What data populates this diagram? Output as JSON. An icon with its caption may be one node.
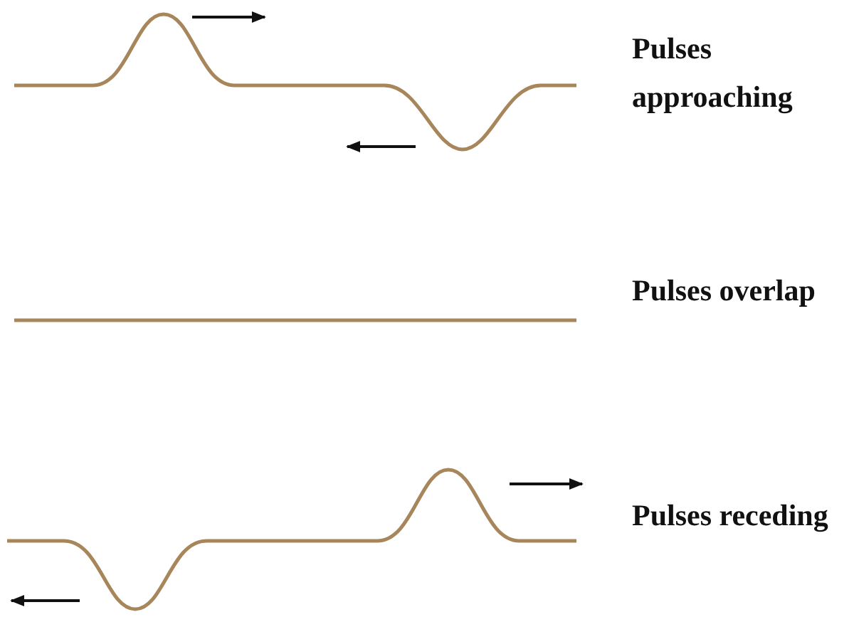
{
  "diagram": {
    "labels": [
      "Pulses approaching",
      "Pulses overlap",
      "Pulses receding"
    ]
  }
}
